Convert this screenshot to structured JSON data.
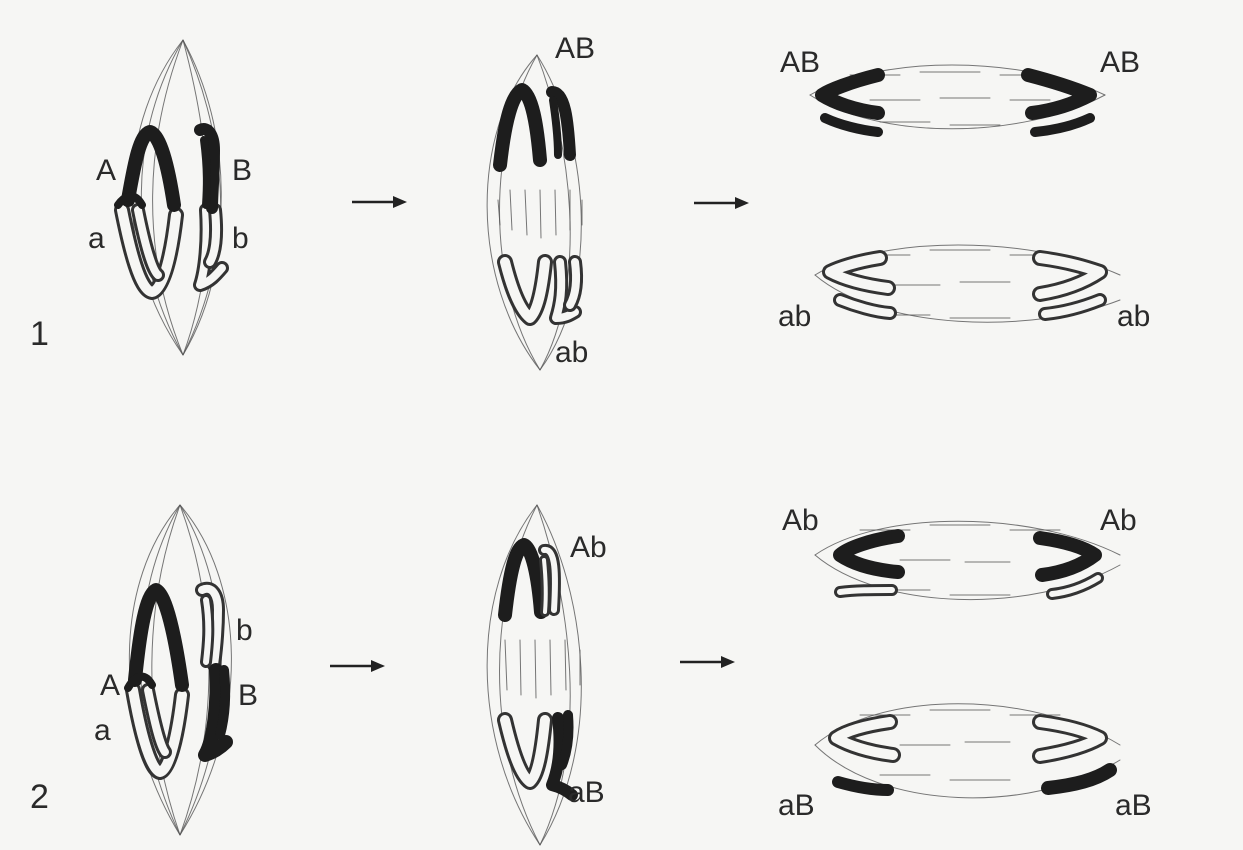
{
  "rows": [
    {
      "number": "1",
      "stage1": {
        "A": "A",
        "a": "a",
        "B": "B",
        "b": "b"
      },
      "stage2": {
        "top": "AB",
        "bottom": "ab"
      },
      "stage3": {
        "top_left": "AB",
        "top_right": "AB",
        "bottom_left": "ab",
        "bottom_right": "ab"
      }
    },
    {
      "number": "2",
      "stage1": {
        "A": "A",
        "a": "a",
        "b": "b",
        "B": "B"
      },
      "stage2": {
        "top": "Ab",
        "bottom": "aB"
      },
      "stage3": {
        "top_left": "Ab",
        "top_right": "Ab",
        "bottom_left": "aB",
        "bottom_right": "aB"
      }
    }
  ],
  "colors": {
    "dark_chromosome": "#1d1d1d",
    "light_chromosome": "#ffffff",
    "background": "#f6f6f4"
  }
}
